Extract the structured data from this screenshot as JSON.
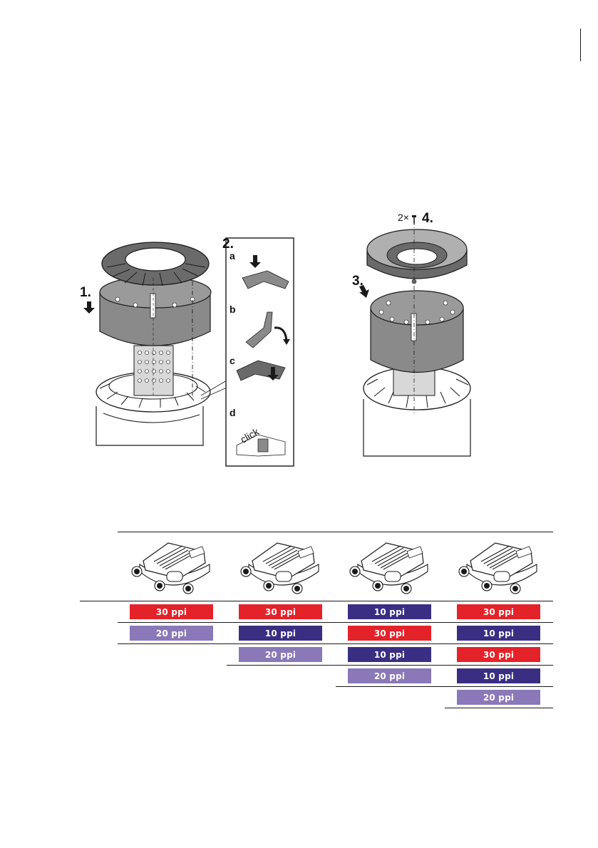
{
  "colors": {
    "red": "#e42229",
    "navy": "#3a2e83",
    "lavender": "#8a78b8",
    "line": "#1a1a1a",
    "part_fill": "#8a8a8a"
  },
  "figure_left": {
    "step1": "1.",
    "step2": "2.",
    "sub_a": "a",
    "sub_b": "b",
    "sub_c": "c",
    "sub_d": "d",
    "click": "click"
  },
  "figure_right": {
    "step3": "3.",
    "step4": "4.",
    "screw_count": "2×"
  },
  "table": {
    "columns": [
      {
        "rows": [
          {
            "label": "30 ppi",
            "color": "red"
          },
          {
            "label": "20 ppi",
            "color": "lavender"
          }
        ]
      },
      {
        "rows": [
          {
            "label": "30 ppi",
            "color": "red"
          },
          {
            "label": "10 ppi",
            "color": "navy"
          },
          {
            "label": "20 ppi",
            "color": "lavender"
          }
        ]
      },
      {
        "rows": [
          {
            "label": "10 ppi",
            "color": "navy"
          },
          {
            "label": "30 ppi",
            "color": "red"
          },
          {
            "label": "10 ppi",
            "color": "navy"
          },
          {
            "label": "20 ppi",
            "color": "lavender"
          }
        ]
      },
      {
        "rows": [
          {
            "label": "30 ppi",
            "color": "red"
          },
          {
            "label": "10 ppi",
            "color": "navy"
          },
          {
            "label": "30 ppi",
            "color": "red"
          },
          {
            "label": "10 ppi",
            "color": "navy"
          },
          {
            "label": "20 ppi",
            "color": "lavender"
          }
        ]
      }
    ]
  }
}
